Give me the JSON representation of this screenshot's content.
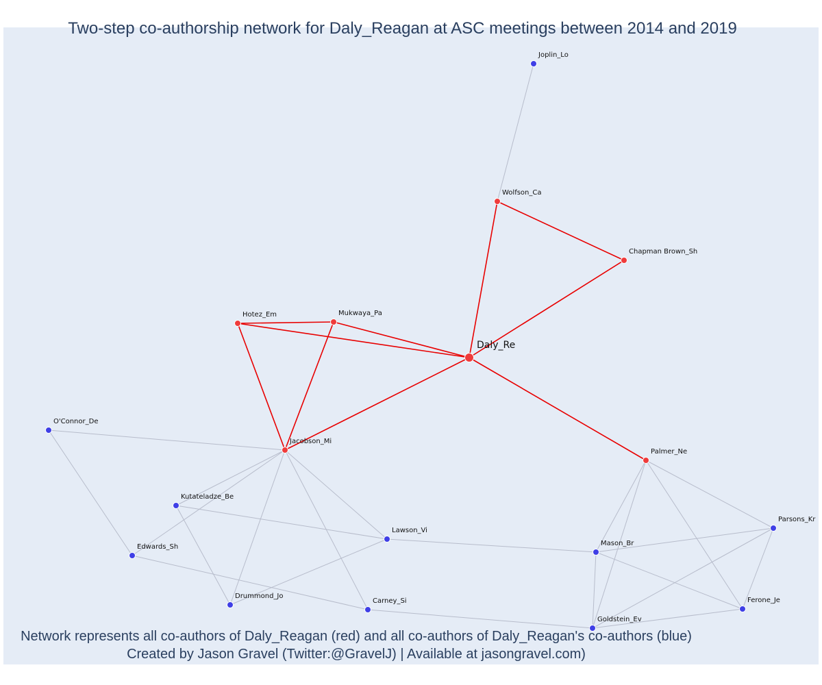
{
  "title": "Two-step co-authorship network for Daly_Reagan at ASC meetings between 2014 and 2019",
  "caption": {
    "line1": "Network represents all co-authors of Daly_Reagan (red) and all co-authors of Daly_Reagan's co-authors (blue)",
    "line2": "Created by Jason Gravel (Twitter:@GravelJ) | Available at jasongravel.com)"
  },
  "colors": {
    "background": "#e5ecf6",
    "coauthor_node": "#ef3b3b",
    "coauthor_edge": "#e80000",
    "second_step_node": "#3f3fe6",
    "second_step_edge": "#b7bccb",
    "text": "#2a3f5f"
  },
  "nodes": [
    {
      "id": "Daly_Re",
      "label": "Daly_Re",
      "group": "focal"
    },
    {
      "id": "Wolfson_Ca",
      "label": "Wolfson_Ca",
      "group": "coauthor"
    },
    {
      "id": "Chapman Brown_Sh",
      "label": "Chapman Brown_Sh",
      "group": "coauthor"
    },
    {
      "id": "Hotez_Em",
      "label": "Hotez_Em",
      "group": "coauthor"
    },
    {
      "id": "Mukwaya_Pa",
      "label": "Mukwaya_Pa",
      "group": "coauthor"
    },
    {
      "id": "Jacobson_Mi",
      "label": "Jacobson_Mi",
      "group": "coauthor"
    },
    {
      "id": "Palmer_Ne",
      "label": "Palmer_Ne",
      "group": "coauthor"
    },
    {
      "id": "Joplin_Lo",
      "label": "Joplin_Lo",
      "group": "second"
    },
    {
      "id": "O'Connor_De",
      "label": "O'Connor_De",
      "group": "second"
    },
    {
      "id": "Kutateladze_Be",
      "label": "Kutateladze_Be",
      "group": "second"
    },
    {
      "id": "Edwards_Sh",
      "label": "Edwards_Sh",
      "group": "second"
    },
    {
      "id": "Lawson_Vi",
      "label": "Lawson_Vi",
      "group": "second"
    },
    {
      "id": "Drummond_Jo",
      "label": "Drummond_Jo",
      "group": "second"
    },
    {
      "id": "Carney_Si",
      "label": "Carney_Si",
      "group": "second"
    },
    {
      "id": "Mason_Br",
      "label": "Mason_Br",
      "group": "second"
    },
    {
      "id": "Parsons_Kr",
      "label": "Parsons_Kr",
      "group": "second"
    },
    {
      "id": "Goldstein_Ev",
      "label": "Goldstein_Ev",
      "group": "second"
    },
    {
      "id": "Ferone_Je",
      "label": "Ferone_Je",
      "group": "second"
    }
  ],
  "edges": [
    {
      "source": "Daly_Re",
      "target": "Wolfson_Ca",
      "type": "coauthor"
    },
    {
      "source": "Daly_Re",
      "target": "Chapman Brown_Sh",
      "type": "coauthor"
    },
    {
      "source": "Wolfson_Ca",
      "target": "Chapman Brown_Sh",
      "type": "coauthor"
    },
    {
      "source": "Daly_Re",
      "target": "Hotez_Em",
      "type": "coauthor"
    },
    {
      "source": "Daly_Re",
      "target": "Mukwaya_Pa",
      "type": "coauthor"
    },
    {
      "source": "Hotez_Em",
      "target": "Mukwaya_Pa",
      "type": "coauthor"
    },
    {
      "source": "Daly_Re",
      "target": "Jacobson_Mi",
      "type": "coauthor"
    },
    {
      "source": "Hotez_Em",
      "target": "Jacobson_Mi",
      "type": "coauthor"
    },
    {
      "source": "Mukwaya_Pa",
      "target": "Jacobson_Mi",
      "type": "coauthor"
    },
    {
      "source": "Daly_Re",
      "target": "Palmer_Ne",
      "type": "coauthor"
    },
    {
      "source": "Wolfson_Ca",
      "target": "Joplin_Lo",
      "type": "second"
    },
    {
      "source": "Jacobson_Mi",
      "target": "O'Connor_De",
      "type": "second"
    },
    {
      "source": "Jacobson_Mi",
      "target": "Kutateladze_Be",
      "type": "second"
    },
    {
      "source": "Jacobson_Mi",
      "target": "Edwards_Sh",
      "type": "second"
    },
    {
      "source": "Jacobson_Mi",
      "target": "Lawson_Vi",
      "type": "second"
    },
    {
      "source": "Jacobson_Mi",
      "target": "Drummond_Jo",
      "type": "second"
    },
    {
      "source": "Jacobson_Mi",
      "target": "Carney_Si",
      "type": "second"
    },
    {
      "source": "O'Connor_De",
      "target": "Edwards_Sh",
      "type": "second"
    },
    {
      "source": "Kutateladze_Be",
      "target": "Lawson_Vi",
      "type": "second"
    },
    {
      "source": "Kutateladze_Be",
      "target": "Drummond_Jo",
      "type": "second"
    },
    {
      "source": "Edwards_Sh",
      "target": "Carney_Si",
      "type": "second"
    },
    {
      "source": "Lawson_Vi",
      "target": "Drummond_Jo",
      "type": "second"
    },
    {
      "source": "Lawson_Vi",
      "target": "Mason_Br",
      "type": "second"
    },
    {
      "source": "Carney_Si",
      "target": "Goldstein_Ev",
      "type": "second"
    },
    {
      "source": "Palmer_Ne",
      "target": "Mason_Br",
      "type": "second"
    },
    {
      "source": "Palmer_Ne",
      "target": "Parsons_Kr",
      "type": "second"
    },
    {
      "source": "Palmer_Ne",
      "target": "Goldstein_Ev",
      "type": "second"
    },
    {
      "source": "Palmer_Ne",
      "target": "Ferone_Je",
      "type": "second"
    },
    {
      "source": "Mason_Br",
      "target": "Parsons_Kr",
      "type": "second"
    },
    {
      "source": "Mason_Br",
      "target": "Goldstein_Ev",
      "type": "second"
    },
    {
      "source": "Mason_Br",
      "target": "Ferone_Je",
      "type": "second"
    },
    {
      "source": "Parsons_Kr",
      "target": "Goldstein_Ev",
      "type": "second"
    },
    {
      "source": "Parsons_Kr",
      "target": "Ferone_Je",
      "type": "second"
    },
    {
      "source": "Goldstein_Ev",
      "target": "Ferone_Je",
      "type": "second"
    }
  ]
}
